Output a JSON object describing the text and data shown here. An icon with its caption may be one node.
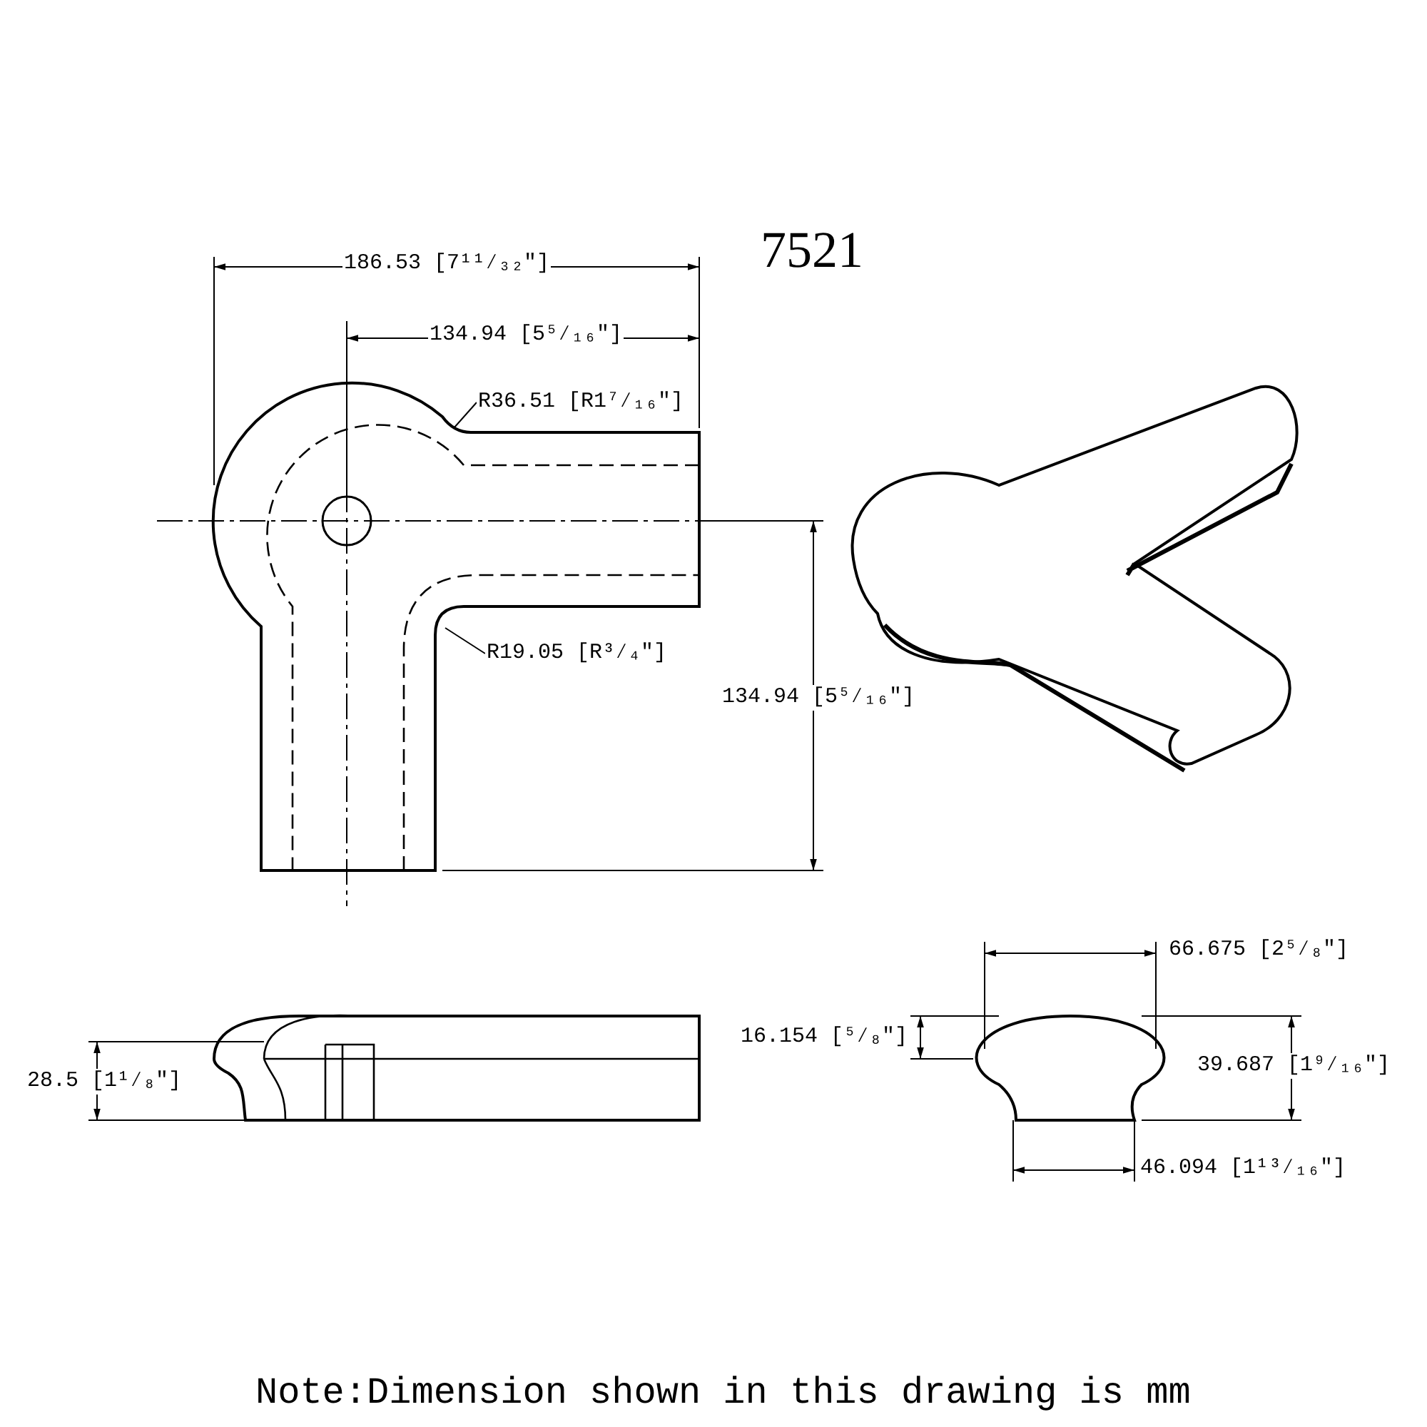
{
  "diagram": {
    "title": "7521",
    "caption": "Note:Dimension shown in this drawing is mm",
    "nodes": [
      {
        "text": [
          "R36.51 [R1⁷⁄₁₆″]"
        ]
      },
      {
        "text": [
          "R19.05 [R³⁄₄″]"
        ]
      }
    ],
    "edges": [
      {
        "from": 0,
        "to": null,
        "arrow": "none"
      },
      {
        "from": 1,
        "to": null,
        "arrow": "none"
      }
    ],
    "labels": [
      "186.53 [7¹¹⁄₃₂″]",
      "134.94 [5⁵⁄₁₆″]",
      "134.94 [5⁵⁄₁₆″]",
      "66.675 [2⁵⁄₈″]",
      "28.5 [1¹⁄₈″]",
      "16.154 [⁵⁄₈″]",
      "39.687 [1⁹⁄₁₆″]",
      "46.094 [1¹³⁄₁₆″]"
    ]
  }
}
